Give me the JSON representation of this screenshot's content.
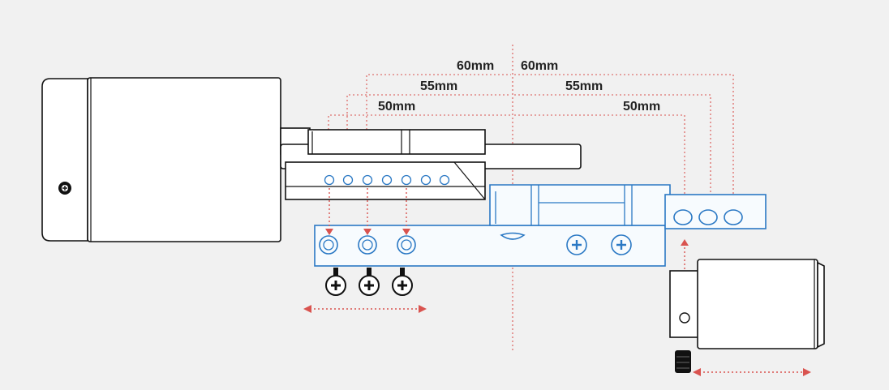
{
  "dimensions": {
    "left": [
      "60mm",
      "55mm",
      "50mm"
    ],
    "right": [
      "60mm",
      "55mm",
      "50mm"
    ]
  },
  "colors": {
    "background": "#f1f1f1",
    "outline": "#111111",
    "blue_part": "#2a78c4",
    "guide_red": "#d9534f"
  },
  "icons": [
    "screw-head-icon",
    "double-arrow-icon",
    "set-screw-icon"
  ]
}
